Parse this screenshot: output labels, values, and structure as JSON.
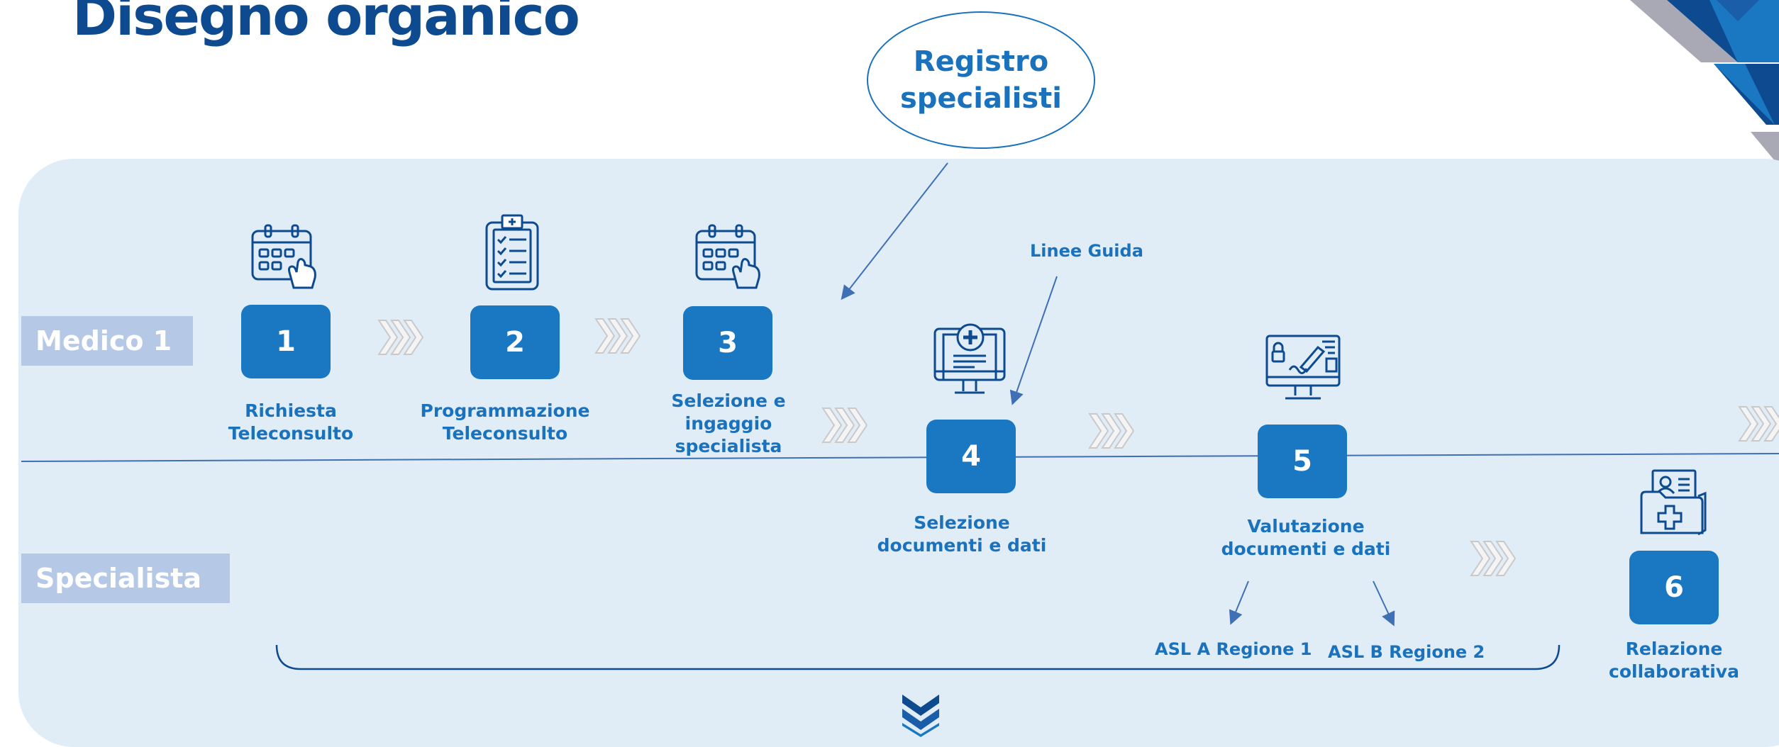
{
  "title": "Disegno organico",
  "bubble": {
    "text": "Registro specialisti"
  },
  "lanes": {
    "top": "Medico 1",
    "bottom": "Specialista"
  },
  "steps": [
    {
      "number": "1",
      "label": "Richiesta Teleconsulto"
    },
    {
      "number": "2",
      "label": "Programmazione Teleconsulto"
    },
    {
      "number": "3",
      "label": "Selezione e ingaggio specialista"
    },
    {
      "number": "4",
      "label": "Selezione documenti e dati"
    },
    {
      "number": "5",
      "label": "Valutazione documenti e dati"
    },
    {
      "number": "6",
      "label": "Relazione collaborativa"
    }
  ],
  "annotations": {
    "guidelines": "Linee Guida",
    "asl_a": "ASL A Regione 1",
    "asl_b": "ASL B Regione 2"
  },
  "icons": [
    "calendar-touch-icon",
    "clipboard-checklist-icon",
    "calendar-touch-icon",
    "medical-monitor-icon",
    "secure-signature-monitor-icon",
    "patient-folder-icon",
    "chevron-arrows-icon",
    "double-chevron-down-icon",
    "corner-decoration"
  ],
  "colors": {
    "title": "#0d4a8f",
    "accent": "#1a78c2",
    "panel": "#e0edf7",
    "lane_label": "#b5c8e6",
    "chevron": "#c9c9c9"
  }
}
